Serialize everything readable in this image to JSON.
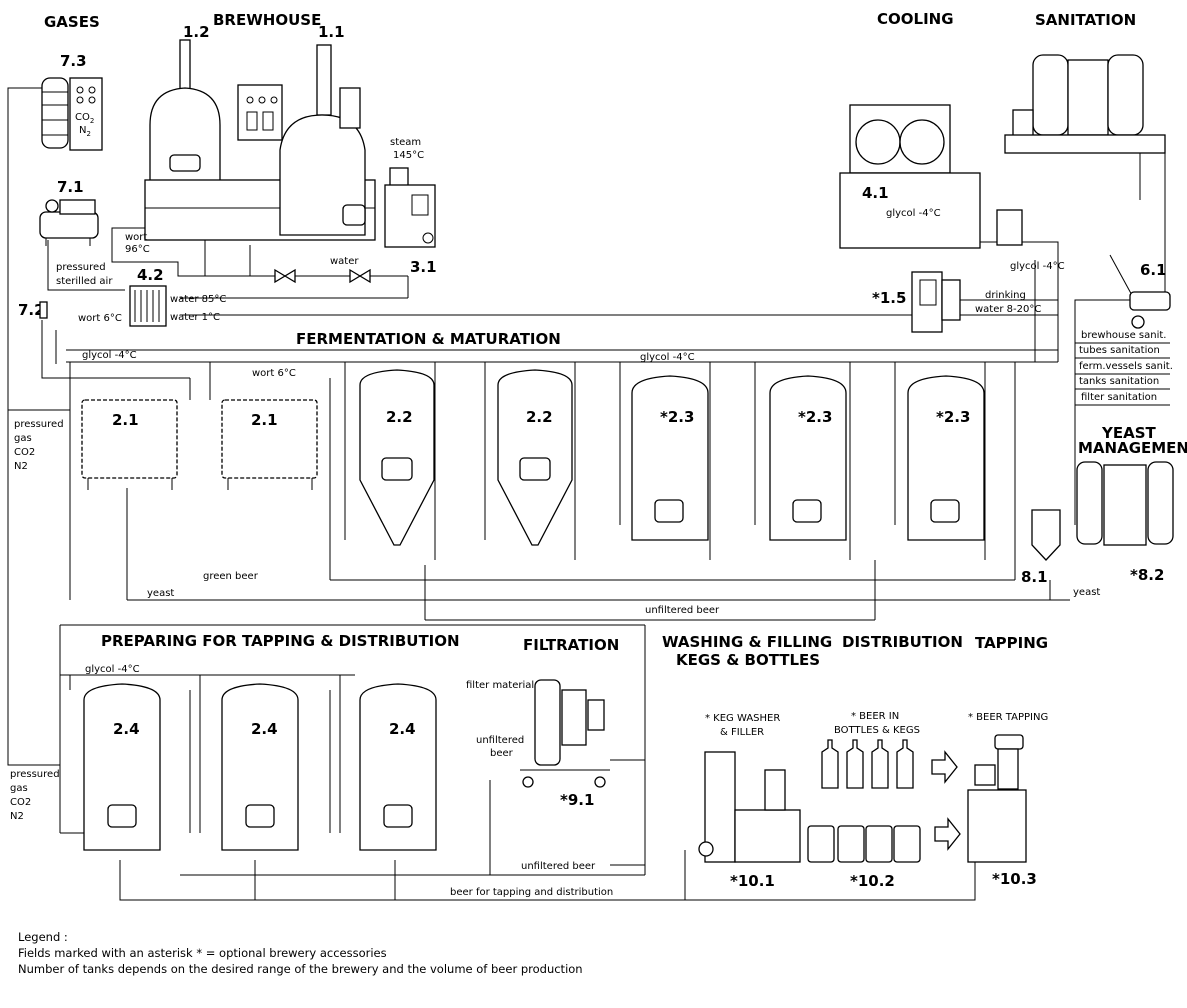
{
  "sections": {
    "gases": "GASES",
    "brewhouse": "BREWHOUSE",
    "cooling": "COOLING",
    "sanitation": "SANITATION",
    "fermentation": "FERMENTATION & MATURATION",
    "yeast_1": "YEAST",
    "yeast_2": "MANAGEMENT",
    "preparing": "PREPARING FOR TAPPING & DISTRIBUTION",
    "filtration": "FILTRATION",
    "washing_1": "WASHING & FILLING",
    "washing_2": "KEGS & BOTTLES",
    "distribution": "DISTRIBUTION",
    "tapping": "TAPPING"
  },
  "equipment": {
    "e7_3": "7.3",
    "e1_2": "1.2",
    "e1_1": "1.1",
    "e7_1": "7.1",
    "e3_1": "3.1",
    "e4_2": "4.2",
    "e7_2": "7.2",
    "e4_1": "4.1",
    "e1_5": "*1.5",
    "e6_1": "6.1",
    "e2_1": "2.1",
    "e2_2": "2.2",
    "e2_3": "*2.3",
    "e8_1": "8.1",
    "e8_2": "*8.2",
    "e2_4": "2.4",
    "e9_1": "*9.1",
    "e10_1": "*10.1",
    "e10_2": "*10.2",
    "e10_3": "*10.3"
  },
  "labels": {
    "co2": "CO",
    "co2_sub": "2",
    "n2": "N",
    "n2_sub": "2",
    "steam": "steam",
    "steam_temp": "145°C",
    "wort": "wort",
    "wort_temp": "96°C",
    "water": "water",
    "pressured_air_1": "pressured",
    "pressured_air_2": "sterilled air",
    "water85": "water 85°C",
    "water1": "water 1°C",
    "wort6": "wort 6°C",
    "glycol4": "glycol -4°C",
    "glycol4_b": "glycol -4°C",
    "drinking_1": "drinking",
    "drinking_2": "water 8-20°C",
    "glycol_ferm": "glycol -4°C",
    "glycol_ferm2": "glycol -4°C",
    "wort6_b": "wort 6°C",
    "pg_1": "pressured",
    "pg_2": "gas",
    "pg_3": "CO2",
    "pg_4": "N2",
    "yeast": "yeast",
    "green_beer": "green beer",
    "yeast_b": "yeast",
    "unfiltered_beer": "unfiltered beer",
    "glycol_prep": "glycol -4°C",
    "filter_material": "filter material",
    "unfiltered_1": "unfiltered",
    "unfiltered_2": "beer",
    "unfiltered_beer_b": "unfiltered beer",
    "beer_tapping_dist": "beer for tapping and distribution",
    "keg_washer_1": "* KEG WASHER",
    "keg_washer_2": "& FILLER",
    "beer_in_1": "* BEER IN",
    "beer_in_2": "BOTTLES & KEGS",
    "beer_tapping": "* BEER TAPPING",
    "glycol_cool": "glycol -4°C"
  },
  "sanitation_list": [
    "brewhouse sanit.",
    "tubes sanitation",
    "ferm.vessels sanit.",
    "tanks sanitation",
    "filter sanitation"
  ],
  "legend": {
    "title": "Legend :",
    "line1": "Fields marked with an asterisk * = optional brewery accessories",
    "line2": "Number of tanks depends on the desired range of the brewery and the volume of beer production"
  }
}
